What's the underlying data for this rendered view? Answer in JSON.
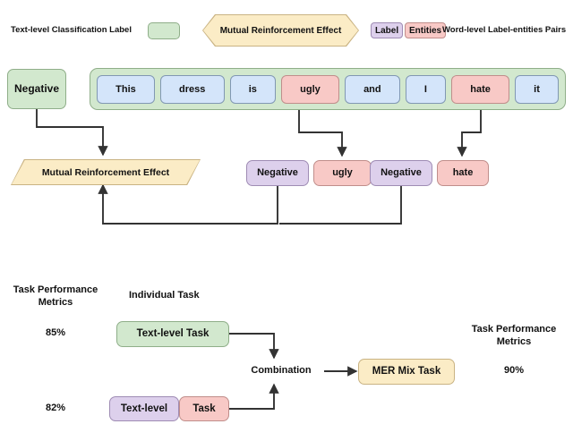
{
  "legend": {
    "text_level_label": "Text-level Classification Label",
    "banner": "Mutual Reinforcement Effect",
    "chip_label": "Label",
    "chip_entities": "Entities",
    "word_level_label": "Word-level Label-entities Pairs"
  },
  "upper": {
    "text_label": "Negative",
    "sentence": [
      {
        "token": "This",
        "highlight": false
      },
      {
        "token": "dress",
        "highlight": false
      },
      {
        "token": "is",
        "highlight": false
      },
      {
        "token": "ugly",
        "highlight": true
      },
      {
        "token": "and",
        "highlight": false
      },
      {
        "token": "I",
        "highlight": false
      },
      {
        "token": "hate",
        "highlight": true
      },
      {
        "token": "it",
        "highlight": false
      }
    ],
    "mre_node": "Mutual Reinforcement Effect",
    "pairs": [
      {
        "label": "Negative",
        "kind": "label"
      },
      {
        "label": "ugly",
        "kind": "entity"
      },
      {
        "label": "Negative",
        "kind": "label"
      },
      {
        "label": "hate",
        "kind": "entity"
      }
    ]
  },
  "lower": {
    "left_metrics_title": "Task Performance\nMetrics",
    "left_metrics_line1": "Task Performance",
    "left_metrics_line2": "Metrics",
    "individual_task_title": "Individual Task",
    "score_top": "85%",
    "score_bottom": "82%",
    "text_level_task": "Text-level Task",
    "word_level_task_a": "Text-level",
    "word_level_task_b": "Task",
    "combination": "Combination",
    "mer_mix_task": "MER Mix Task",
    "right_metrics_line1": "Task Performance",
    "right_metrics_line2": "Metrics",
    "score_right": "90%"
  },
  "colors": {
    "green": "#d2e8ce",
    "blue": "#d4e5fa",
    "pink": "#f8c9c6",
    "purple": "#ddd0ec",
    "yellow": "#fbecc6",
    "stroke": "#333333"
  }
}
